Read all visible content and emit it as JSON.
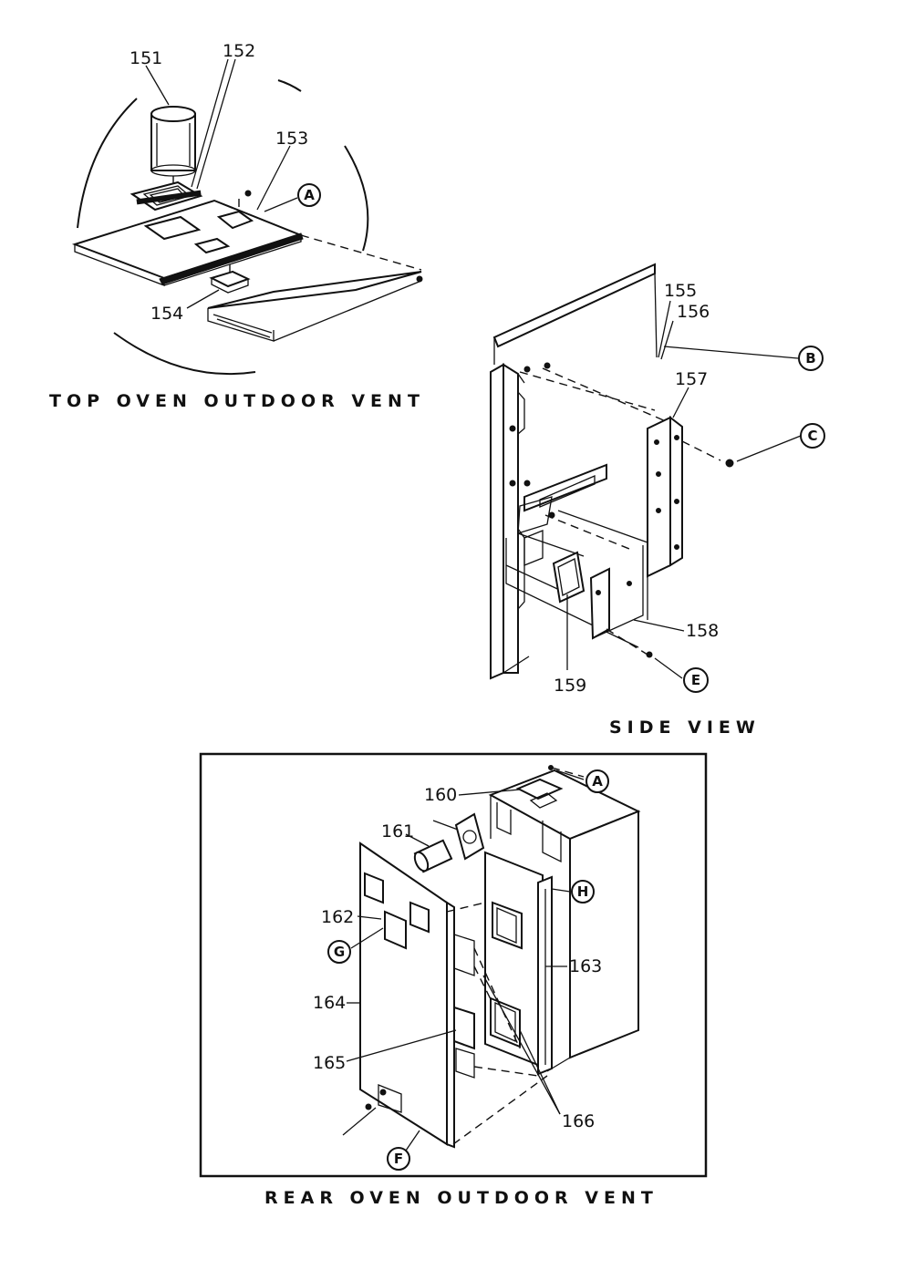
{
  "sections": {
    "top": {
      "title": "TOP OVEN OUTDOOR VENT"
    },
    "side": {
      "title": "SIDE VIEW"
    },
    "rear": {
      "title": "REAR OVEN OUTDOOR VENT"
    }
  },
  "parts": {
    "p151": "151",
    "p152": "152",
    "p153": "153",
    "p154": "154",
    "p155": "155",
    "p156": "156",
    "p157": "157",
    "p158": "158",
    "p159": "159",
    "p160": "160",
    "p161": "161",
    "p162": "162",
    "p163": "163",
    "p164": "164",
    "p165": "165",
    "p166": "166"
  },
  "callouts": {
    "a_top": "A",
    "b": "B",
    "c": "C",
    "e": "E",
    "a_rear": "A",
    "h": "H",
    "g": "G",
    "f": "F"
  }
}
